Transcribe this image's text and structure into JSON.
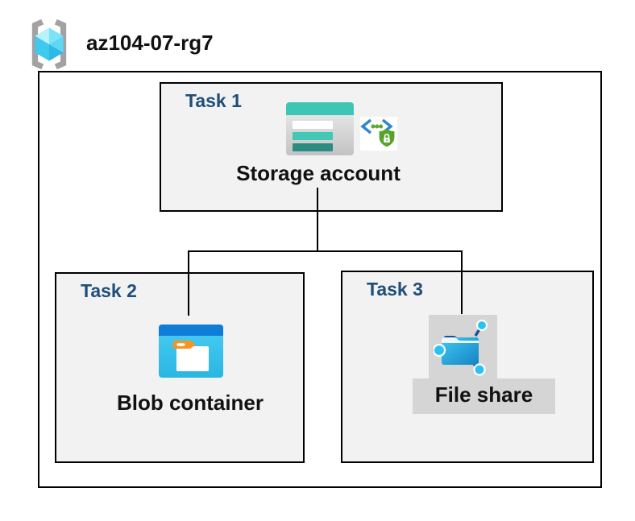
{
  "header": {
    "resource_group_name": "az104-07-rg7"
  },
  "tasks": [
    {
      "label": "Task 1",
      "resource": "Storage account"
    },
    {
      "label": "Task 2",
      "resource": "Blob container"
    },
    {
      "label": "Task 3",
      "resource": "File share"
    }
  ],
  "connections": [
    {
      "from": "Storage account",
      "to": "Blob container"
    },
    {
      "from": "Storage account",
      "to": "File share"
    }
  ],
  "icons": {
    "resource_group": "resource-group-icon",
    "storage_account": "storage-account-icon",
    "secure_access": "code-lock-shield-icon",
    "blob_container": "blob-container-icon",
    "file_share": "file-share-icon"
  },
  "colors": {
    "task_label": "#1f4e79",
    "box_fill": "#f2f2f2",
    "band_fill": "#d5d5d5",
    "border": "#000000",
    "storage_teal": "#3ec6b4",
    "storage_teal_dark": "#2b8d81",
    "blob_header_blue": "#0f7cd8",
    "blob_body_cyan": "#35c3ee",
    "folder_tab_orange": "#f7941e",
    "share_node_cyan": "#2ac2f2",
    "share_flap_navy": "#1b4e9b",
    "shield_green": "#58a32a",
    "bracket_blue": "#2e86d1",
    "rg_cube_cyan": "#45ccf0"
  }
}
